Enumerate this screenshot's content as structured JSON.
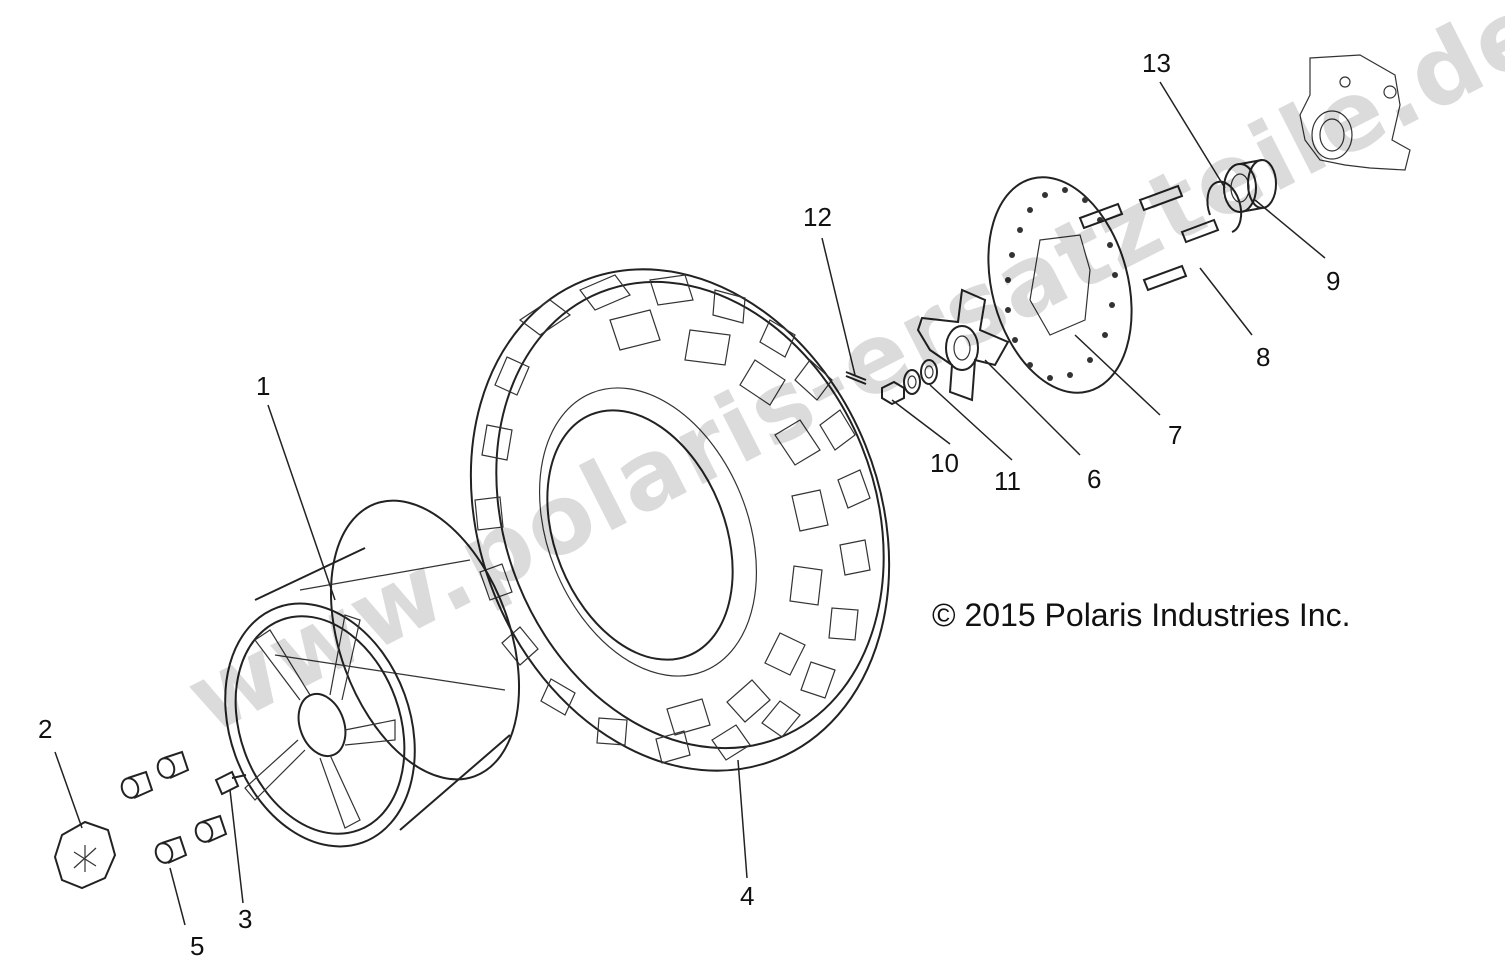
{
  "copyright": "© 2015 Polaris Industries Inc.",
  "watermark": "www.polaris-ersatzteile.de",
  "callouts": [
    "1",
    "2",
    "3",
    "4",
    "5",
    "6",
    "7",
    "8",
    "9",
    "10",
    "11",
    "12",
    "13"
  ]
}
